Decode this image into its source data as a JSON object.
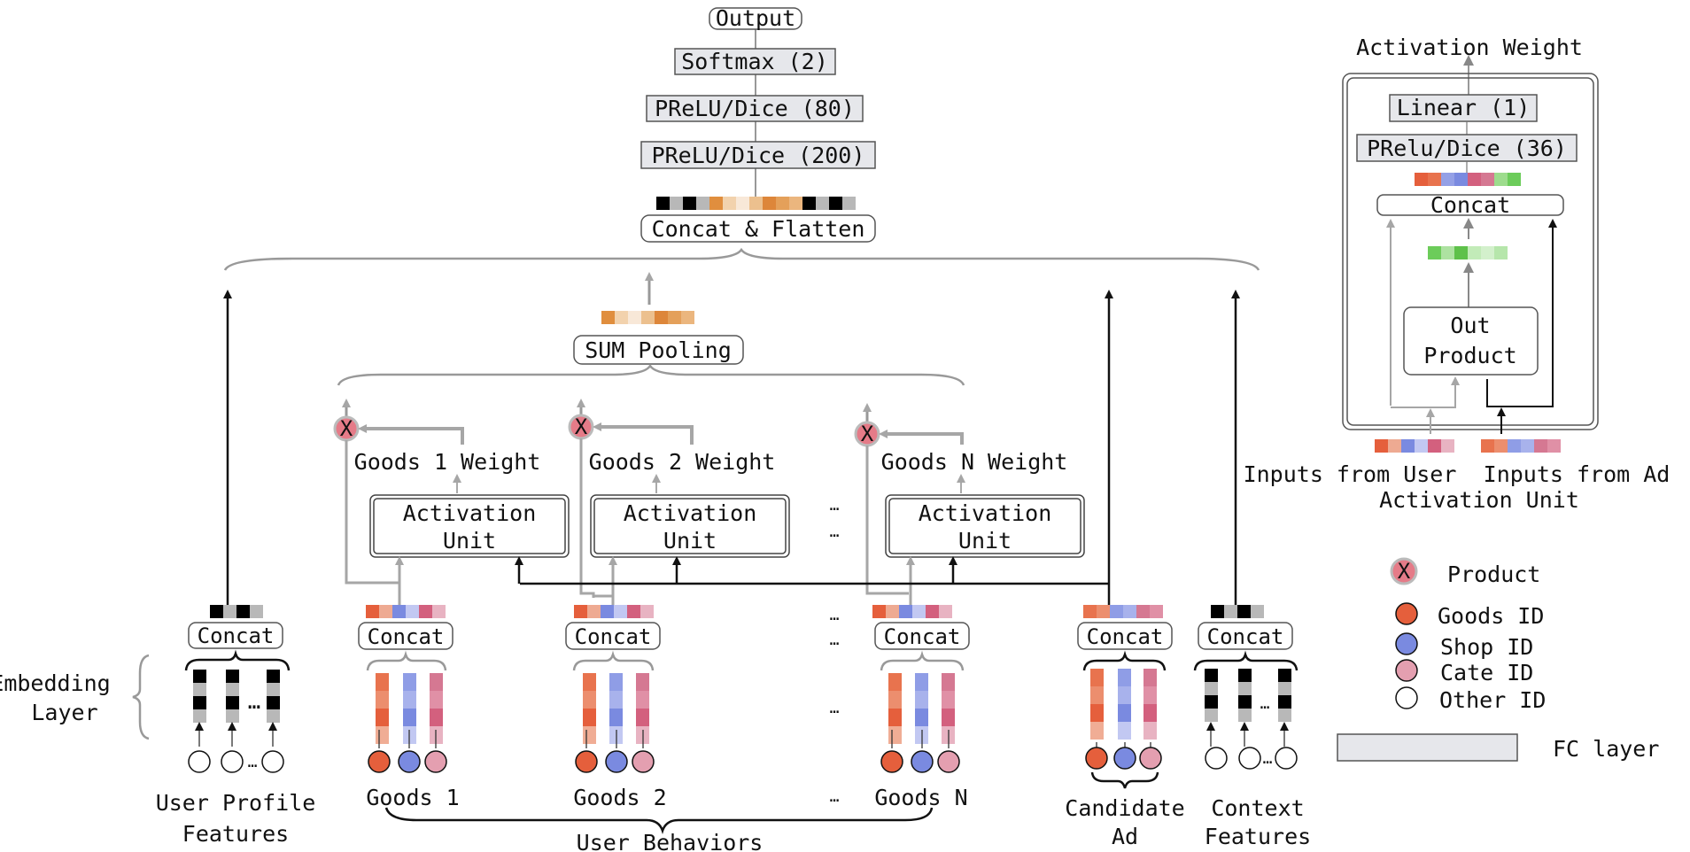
{
  "top": {
    "output": "Output",
    "softmax": "Softmax (2)",
    "prelu80": "PReLU/Dice (80)",
    "prelu200": "PReLU/Dice (200)",
    "concat_flatten": "Concat & Flatten",
    "sum_pooling": "SUM Pooling"
  },
  "behaviors": {
    "weights": [
      "Goods 1 Weight",
      "Goods 2 Weight",
      "Goods N Weight"
    ],
    "activation_unit": [
      "Activation",
      "Unit"
    ],
    "product_symbol": "X",
    "goods": [
      "Goods 1",
      "Goods 2",
      "Goods N"
    ],
    "concat": "Concat",
    "group_label": "User Behaviors",
    "ellipsis": "…"
  },
  "groups": {
    "user_profile": [
      "User Profile",
      "Features"
    ],
    "candidate_ad": [
      "Candidate",
      "Ad"
    ],
    "context": [
      "Context",
      "Features"
    ],
    "embedding_layer": [
      "Embedding",
      "Layer"
    ]
  },
  "activation_unit_detail": {
    "title": "Activation Weight",
    "linear": "Linear (1)",
    "prelu36": "PRelu/Dice (36)",
    "concat": "Concat",
    "out_product": [
      "Out",
      "Product"
    ],
    "inputs_user": "Inputs from User",
    "inputs_ad": "Inputs from Ad",
    "caption": "Activation Unit"
  },
  "legend": {
    "product": "Product",
    "goods_id": "Goods ID",
    "shop_id": "Shop ID",
    "cate_id": "Cate ID",
    "other_id": "Other ID",
    "fc_layer": "FC layer"
  },
  "colors": {
    "goods": "#e55f3c",
    "shop": "#7a8ae0",
    "cate": "#e49fb0",
    "product": "#e57b88",
    "fc": "#e6e7eb",
    "sum_pool": "#e08a3a",
    "green": "#5ec14a"
  }
}
